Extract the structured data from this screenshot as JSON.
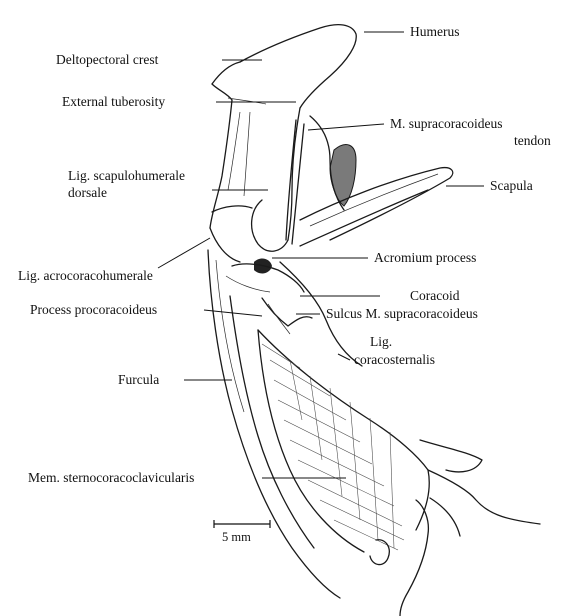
{
  "labels": {
    "humerus": "Humerus",
    "deltopectoral_crest": "Deltopectoral crest",
    "external_tuberosity": "External tuberosity",
    "supracoracoideus_tendon_line1": "M. supracoracoideus",
    "supracoracoideus_tendon_line2": "tendon",
    "lig_scapulohumerale_line1": "Lig. scapulohumerale",
    "lig_scapulohumerale_line2": "dorsale",
    "scapula": "Scapula",
    "acromium_process": "Acromium process",
    "lig_acrocoracohumerale": "Lig. acrocoracohumerale",
    "coracoid": "Coracoid",
    "process_procoracoideus": "Process procoracoideus",
    "sulcus_supracoracoideus": "Sulcus M. supracoracoideus",
    "lig_coracosternalis_line1": "Lig.",
    "lig_coracosternalis_line2": "coracosternalis",
    "furcula": "Furcula",
    "mem_sternocoracoclavicularis": "Mem. sternocoracoclavicularis",
    "scale_bar": "5 mm"
  }
}
